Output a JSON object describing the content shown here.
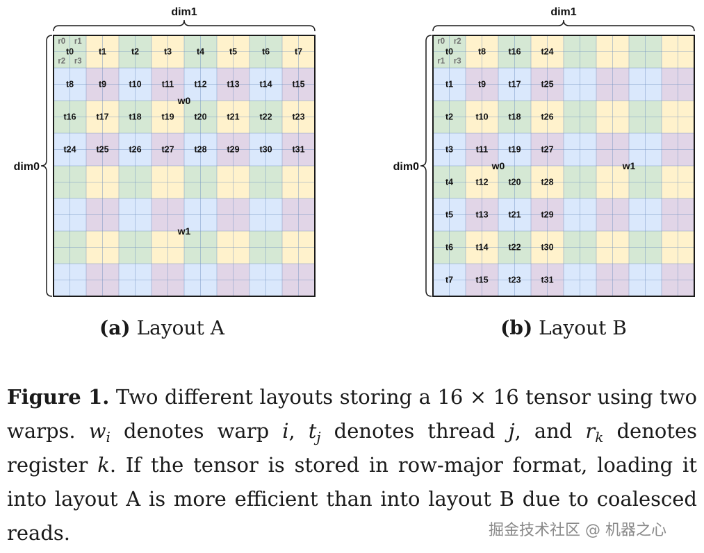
{
  "figure": {
    "dim1_label": "dim1",
    "dim0_label": "dim0",
    "colors": {
      "green": "#d5e8d4",
      "yellow": "#fff2cc",
      "blue": "#dae8fc",
      "purple": "#e1d5e7",
      "line": "#6c8ebf",
      "border": "#1a1a1a",
      "register_text": "#707070"
    },
    "layout_a": {
      "sub_caption_label": "(a)",
      "sub_caption_text": "Layout A",
      "warp_labels": [
        "w0",
        "w1"
      ],
      "registers": [
        "r0",
        "r1",
        "r2",
        "r3"
      ],
      "thread_labels": [
        "t0",
        "t1",
        "t2",
        "t3",
        "t4",
        "t5",
        "t6",
        "t7",
        "t8",
        "t9",
        "t10",
        "t11",
        "t12",
        "t13",
        "t14",
        "t15",
        "t16",
        "t17",
        "t18",
        "t19",
        "t20",
        "t21",
        "t22",
        "t23",
        "t24",
        "t25",
        "t26",
        "t27",
        "t28",
        "t29",
        "t30",
        "t31"
      ],
      "block_color_pattern": [
        [
          "green",
          "yellow",
          "green",
          "yellow",
          "green",
          "yellow",
          "green",
          "yellow"
        ],
        [
          "blue",
          "purple",
          "blue",
          "purple",
          "blue",
          "purple",
          "blue",
          "purple"
        ],
        [
          "green",
          "yellow",
          "green",
          "yellow",
          "green",
          "yellow",
          "green",
          "yellow"
        ],
        [
          "blue",
          "purple",
          "blue",
          "purple",
          "blue",
          "purple",
          "blue",
          "purple"
        ],
        [
          "green",
          "yellow",
          "green",
          "yellow",
          "green",
          "yellow",
          "green",
          "yellow"
        ],
        [
          "blue",
          "purple",
          "blue",
          "purple",
          "blue",
          "purple",
          "blue",
          "purple"
        ],
        [
          "green",
          "yellow",
          "green",
          "yellow",
          "green",
          "yellow",
          "green",
          "yellow"
        ],
        [
          "blue",
          "purple",
          "blue",
          "purple",
          "blue",
          "purple",
          "blue",
          "purple"
        ]
      ]
    },
    "layout_b": {
      "sub_caption_label": "(b)",
      "sub_caption_text": "Layout B",
      "warp_labels": [
        "w0",
        "w1"
      ],
      "registers": [
        "r0",
        "r2",
        "r1",
        "r3"
      ],
      "thread_labels": [
        "t0",
        "t1",
        "t2",
        "t3",
        "t4",
        "t5",
        "t6",
        "t7",
        "t8",
        "t9",
        "t10",
        "t11",
        "t12",
        "t13",
        "t14",
        "t15",
        "t16",
        "t17",
        "t18",
        "t19",
        "t20",
        "t21",
        "t22",
        "t23",
        "t24",
        "t25",
        "t26",
        "t27",
        "t28",
        "t29",
        "t30",
        "t31"
      ],
      "block_color_pattern": [
        [
          "green",
          "yellow",
          "green",
          "yellow",
          "green",
          "yellow",
          "green",
          "yellow"
        ],
        [
          "blue",
          "purple",
          "blue",
          "purple",
          "blue",
          "purple",
          "blue",
          "purple"
        ],
        [
          "green",
          "yellow",
          "green",
          "yellow",
          "green",
          "yellow",
          "green",
          "yellow"
        ],
        [
          "blue",
          "purple",
          "blue",
          "purple",
          "blue",
          "purple",
          "blue",
          "purple"
        ],
        [
          "green",
          "yellow",
          "green",
          "yellow",
          "green",
          "yellow",
          "green",
          "yellow"
        ],
        [
          "blue",
          "purple",
          "blue",
          "purple",
          "blue",
          "purple",
          "blue",
          "purple"
        ],
        [
          "green",
          "yellow",
          "green",
          "yellow",
          "green",
          "yellow",
          "green",
          "yellow"
        ],
        [
          "blue",
          "purple",
          "blue",
          "purple",
          "blue",
          "purple",
          "blue",
          "purple"
        ]
      ]
    }
  },
  "caption": {
    "label": "Figure 1.",
    "text_1": " Two different layouts storing a 16 × 16 tensor using two warps. ",
    "w": "w",
    "w_sub": "i",
    "text_2": " denotes warp ",
    "i": "i",
    "text_3": ", ",
    "t": "t",
    "t_sub": "j",
    "text_4": " denotes thread ",
    "j": "j",
    "text_5": ", and ",
    "r": "r",
    "r_sub": "k",
    "text_6": " denotes register ",
    "k": "k",
    "text_7": ". If the tensor is stored in row-major format, loading it into layout A is more efficient than into layout B due to coalesced reads."
  },
  "watermark": "掘金技术社区 @ 机器之心"
}
